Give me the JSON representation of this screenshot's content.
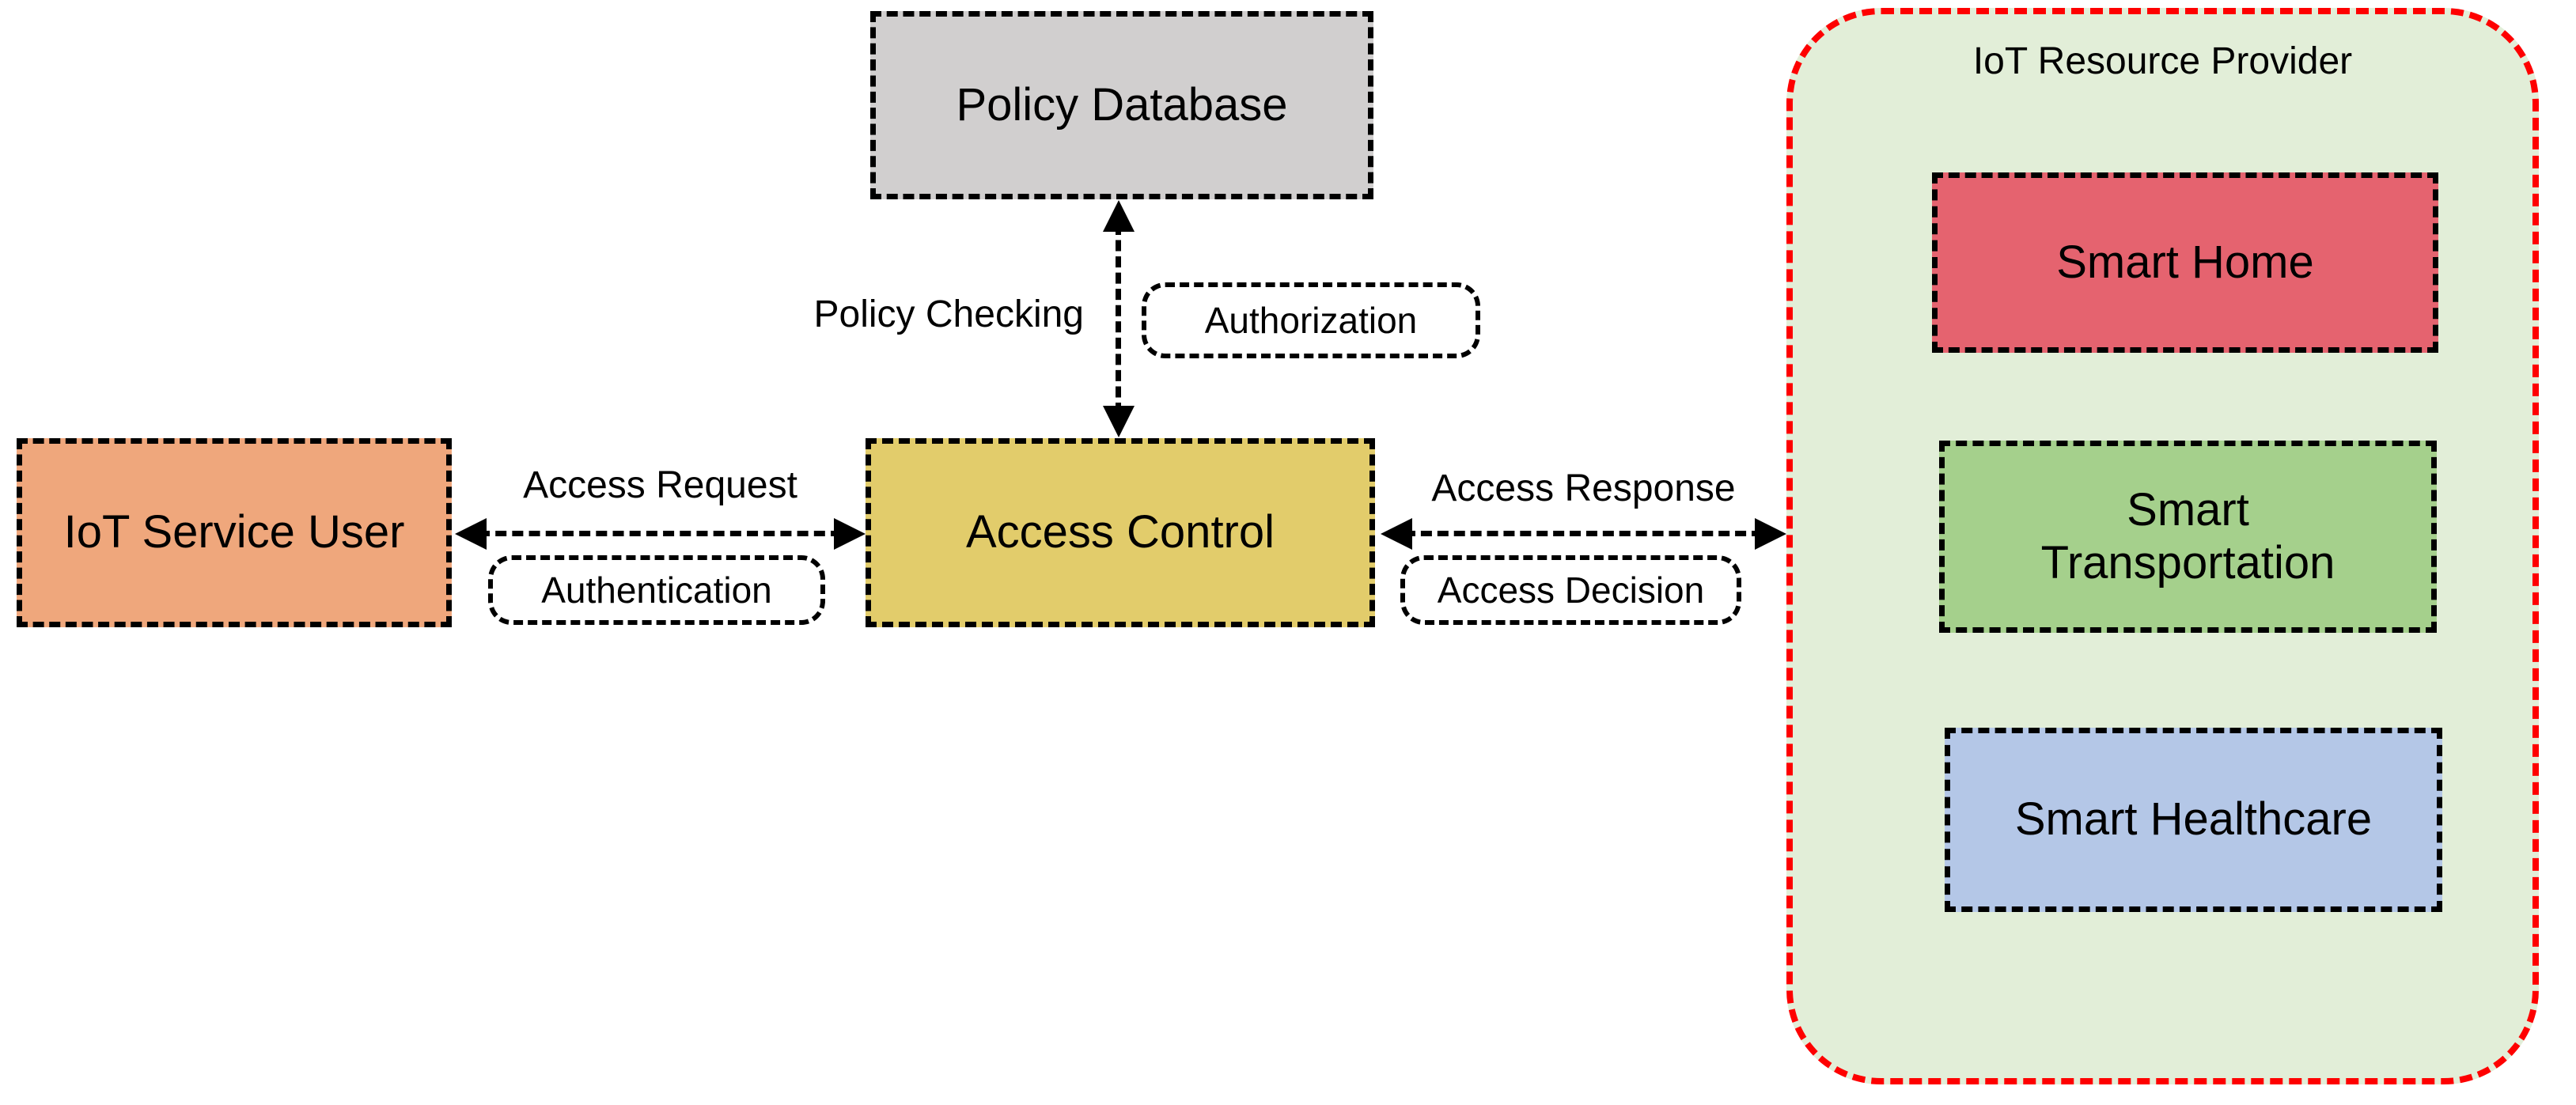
{
  "diagram": {
    "nodes": {
      "policy_database": {
        "label": "Policy Database"
      },
      "iot_service_user": {
        "label": "IoT Service User"
      },
      "access_control": {
        "label": "Access Control"
      }
    },
    "resource_provider": {
      "title": "IoT Resource Provider",
      "items": [
        {
          "label": "Smart Home"
        },
        {
          "label": "Smart Transportation"
        },
        {
          "label": "Smart Healthcare"
        }
      ]
    },
    "connections": {
      "policy_checking_label": "Policy Checking",
      "authorization_label": "Authorization",
      "access_request_label": "Access Request",
      "authentication_label": "Authentication",
      "access_response_label": "Access Response",
      "access_decision_label": "Access Decision"
    },
    "colors": {
      "policy_database_fill": "#d1cfcf",
      "iot_service_user_fill": "#efa77c",
      "access_control_fill": "#e2cc6b",
      "provider_fill": "#e2eed8",
      "provider_border": "#fe0000",
      "smart_home_fill": "#e5636f",
      "smart_transportation_fill": "#a5d08c",
      "smart_healthcare_fill": "#b4c7e7",
      "connector_color": "#000000"
    }
  }
}
